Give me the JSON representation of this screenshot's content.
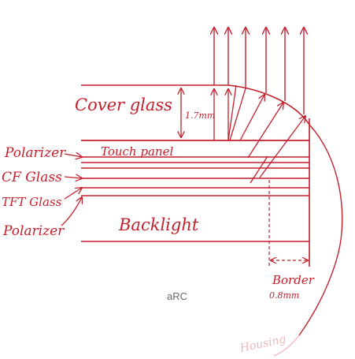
{
  "labels": {
    "cover_glass": "Cover glass",
    "thickness": "1.7mm",
    "touch_panel": "Touch panel",
    "polarizer_top": "Polarizer",
    "cf_glass": "CF Glass",
    "tft_glass": "TFT Glass",
    "polarizer_bottom": "Polarizer",
    "backlight": "Backlight",
    "border": "Border",
    "border_width": "0.8mm",
    "housing": "Housing",
    "caption": "aRC"
  },
  "colors": {
    "ink": "#c51f2b",
    "ink_faint": "#f0b8bd",
    "caption": "#6b6b6b"
  }
}
